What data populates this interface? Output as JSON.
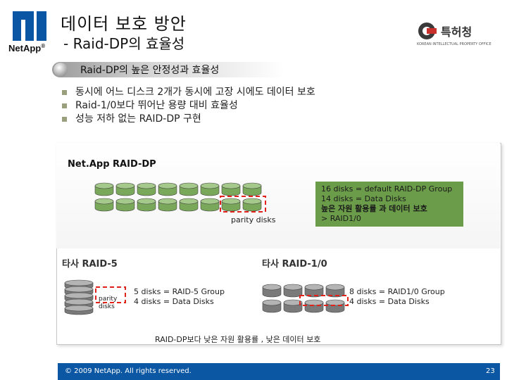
{
  "logo": {
    "netapp_text": "NetApp",
    "netapp_mark": "®"
  },
  "header": {
    "title": "데이터 보호 방안",
    "subtitle": "- Raid-DP의 효율성"
  },
  "kipo": {
    "name": "특허청",
    "english": "KOREAN INTELLECTUAL PROPERTY OFFICE"
  },
  "pill_heading": "Raid-DP의 높은 안정성과 효율성",
  "bullets": [
    "동시에 어느 디스크 2개가 동시에 고장 시에도 데이터 보호",
    "Raid-1/0보다 뛰어난 용량 대비 효율성",
    "성능 저하 없는 RAID-DP 구현"
  ],
  "diagram": {
    "netapp_title": "Net.App RAID-DP",
    "parity_label": "parity disks",
    "green_info": [
      "16 disks = default RAID-DP Group",
      "14 disks = Data Disks",
      "높은 자원 활용률 과 데이터 보호",
      "> RAID1/0"
    ],
    "raid5_title": "타사 RAID-5",
    "raid5_parity_label_1": "parity",
    "raid5_parity_label_2": "disks",
    "raid5_info": [
      "5 disks = RAID-5 Group",
      "4 disks = Data Disks"
    ],
    "raid10_title": "타사 RAID-1/0",
    "raid10_info": [
      "8 disks = RAID1/0 Group",
      "4 disks = Data Disks"
    ],
    "comparison_note": "RAID-DP보다 낮은 자원 활용률 , 낮은 데이터 보호"
  },
  "footer": {
    "copyright": "© 2009 NetApp.  All rights reserved.",
    "page_number": "23"
  },
  "colors": {
    "footer_bg": "#0b57a4",
    "green_box": "#6b9c49",
    "disk_green": "#7aa85a",
    "disk_gray": "#7a7a7a",
    "parity_dash": "#e0221b",
    "bullet_mark": "#9aa07c"
  }
}
